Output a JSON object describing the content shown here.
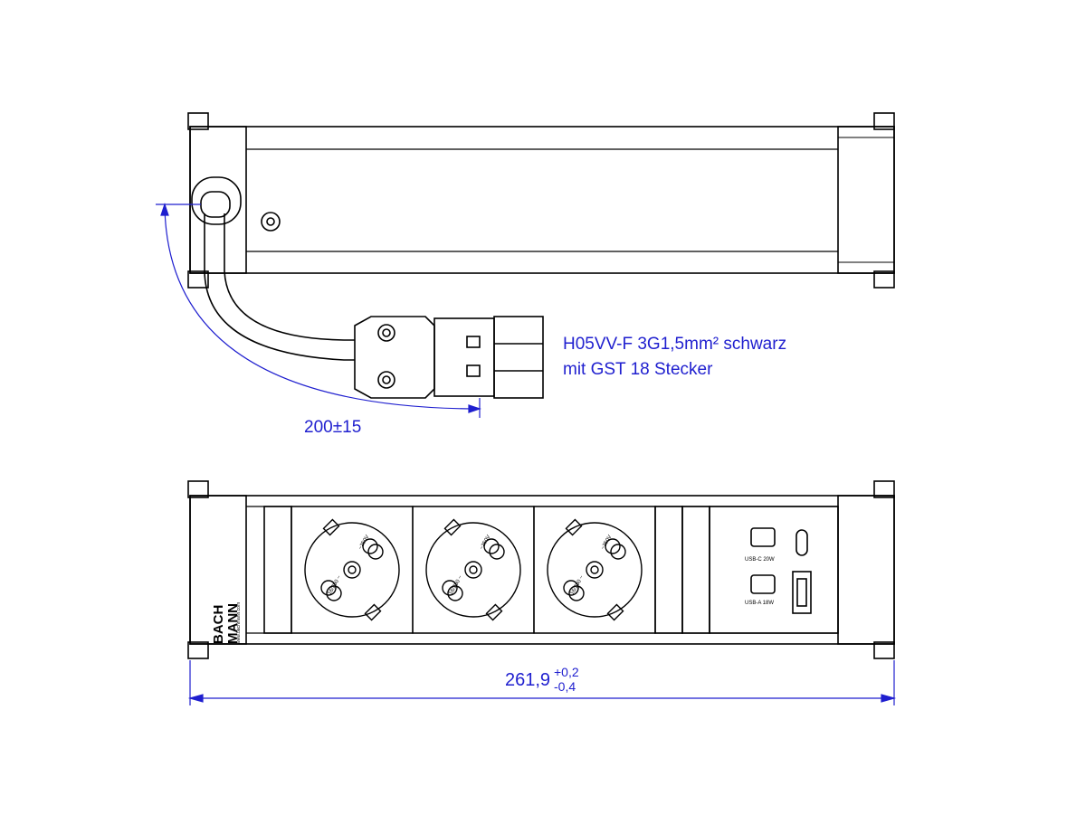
{
  "colors": {
    "dimension": "#1f1fcf",
    "line": "#000000",
    "background": "#ffffff"
  },
  "top_view": {
    "cable_label_line1": "H05VV-F 3G1,5mm² schwarz",
    "cable_label_line2": "mit GST 18 Stecker",
    "cable_length_dimension": "200±15"
  },
  "front_view": {
    "brand_line1": "BACH",
    "brand_line2": "MANN",
    "brand_url": "www.bachmann.com",
    "socket_count": 3,
    "socket_rating_top": "~250V",
    "socket_rating_bottom": "16/250 ~",
    "usb_c_label": "USB-C 20W",
    "usb_a_label": "USB-A 18W",
    "width_dimension_value": "261,9",
    "width_tolerance_upper": "+0,2",
    "width_tolerance_lower": "-0,4"
  }
}
